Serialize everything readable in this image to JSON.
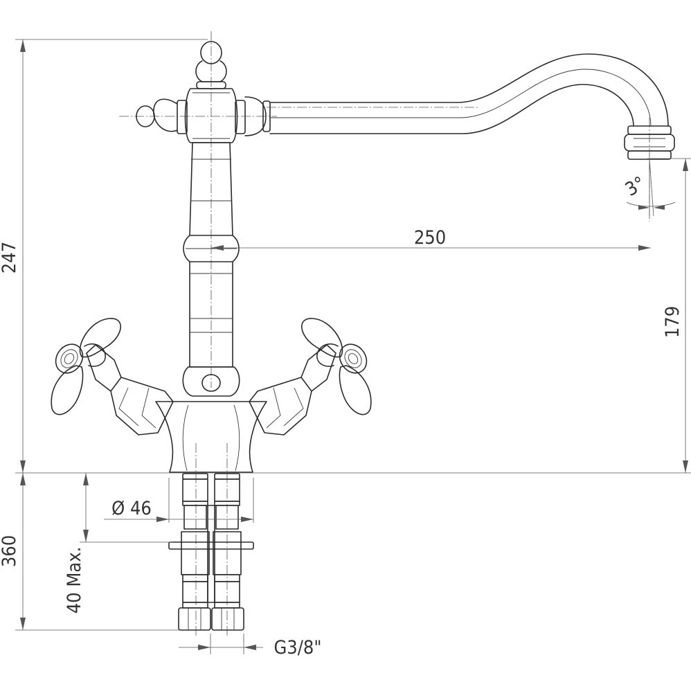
{
  "dimensions": {
    "total_height": "247",
    "spout_reach": "250",
    "spout_height": "179",
    "swivel_angle": "3°",
    "base_diameter": "Ø 46",
    "hose_length": "360",
    "deck_thickness": "40 Max.",
    "thread": "G3/8\""
  },
  "colors": {
    "line": "#2a2a2a",
    "dimension": "#555555",
    "background": "#ffffff"
  }
}
